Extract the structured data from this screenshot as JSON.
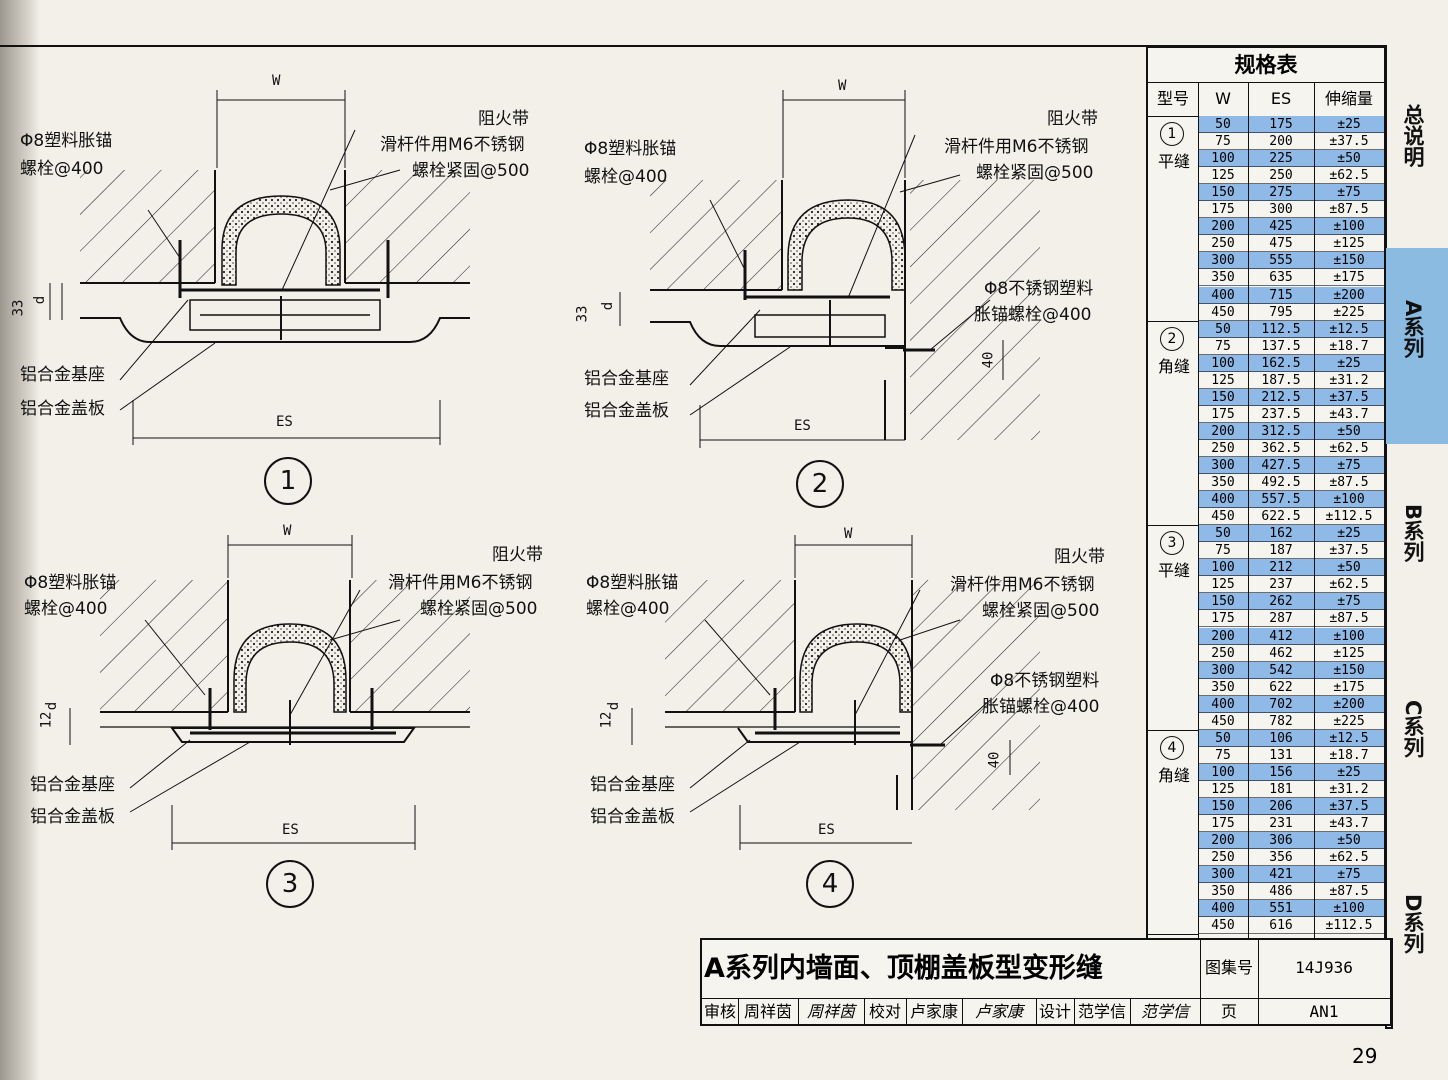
{
  "diagram": {
    "width_label": "W",
    "es_label": "ES",
    "d_label": "d",
    "dims": {
      "d33": "33",
      "d12": "12",
      "d40": "40"
    },
    "labels": {
      "fire_band": "阻火带",
      "slide_line1": "滑杆件用M6不锈钢",
      "slide_line2": "螺栓紧固@500",
      "plastic_anchor_line1": "Φ8塑料胀锚",
      "plastic_anchor_line2": "螺栓@400",
      "ss_anchor_line1": "Φ8不锈钢塑料",
      "ss_anchor_line2": "胀锚螺栓@400",
      "base": "铝合金基座",
      "cover": "铝合金盖板"
    },
    "detail_numbers": [
      "1",
      "2",
      "3",
      "4"
    ]
  },
  "spec_table": {
    "title": "规格表",
    "headers": [
      "型号",
      "W",
      "ES",
      "伸缩量"
    ],
    "groups": [
      {
        "num": "1",
        "name": "平缝",
        "rows": [
          [
            "50",
            "175",
            "±25"
          ],
          [
            "75",
            "200",
            "±37.5"
          ],
          [
            "100",
            "225",
            "±50"
          ],
          [
            "125",
            "250",
            "±62.5"
          ],
          [
            "150",
            "275",
            "±75"
          ],
          [
            "175",
            "300",
            "±87.5"
          ],
          [
            "200",
            "425",
            "±100"
          ],
          [
            "250",
            "475",
            "±125"
          ],
          [
            "300",
            "555",
            "±150"
          ],
          [
            "350",
            "635",
            "±175"
          ],
          [
            "400",
            "715",
            "±200"
          ],
          [
            "450",
            "795",
            "±225"
          ]
        ]
      },
      {
        "num": "2",
        "name": "角缝",
        "rows": [
          [
            "50",
            "112.5",
            "±12.5"
          ],
          [
            "75",
            "137.5",
            "±18.7"
          ],
          [
            "100",
            "162.5",
            "±25"
          ],
          [
            "125",
            "187.5",
            "±31.2"
          ],
          [
            "150",
            "212.5",
            "±37.5"
          ],
          [
            "175",
            "237.5",
            "±43.7"
          ],
          [
            "200",
            "312.5",
            "±50"
          ],
          [
            "250",
            "362.5",
            "±62.5"
          ],
          [
            "300",
            "427.5",
            "±75"
          ],
          [
            "350",
            "492.5",
            "±87.5"
          ],
          [
            "400",
            "557.5",
            "±100"
          ],
          [
            "450",
            "622.5",
            "±112.5"
          ]
        ]
      },
      {
        "num": "3",
        "name": "平缝",
        "rows": [
          [
            "50",
            "162",
            "±25"
          ],
          [
            "75",
            "187",
            "±37.5"
          ],
          [
            "100",
            "212",
            "±50"
          ],
          [
            "125",
            "237",
            "±62.5"
          ],
          [
            "150",
            "262",
            "±75"
          ],
          [
            "175",
            "287",
            "±87.5"
          ],
          [
            "200",
            "412",
            "±100"
          ],
          [
            "250",
            "462",
            "±125"
          ],
          [
            "300",
            "542",
            "±150"
          ],
          [
            "350",
            "622",
            "±175"
          ],
          [
            "400",
            "702",
            "±200"
          ],
          [
            "450",
            "782",
            "±225"
          ]
        ]
      },
      {
        "num": "4",
        "name": "角缝",
        "rows": [
          [
            "50",
            "106",
            "±12.5"
          ],
          [
            "75",
            "131",
            "±18.7"
          ],
          [
            "100",
            "156",
            "±25"
          ],
          [
            "125",
            "181",
            "±31.2"
          ],
          [
            "150",
            "206",
            "±37.5"
          ],
          [
            "175",
            "231",
            "±43.7"
          ],
          [
            "200",
            "306",
            "±50"
          ],
          [
            "250",
            "356",
            "±62.5"
          ],
          [
            "300",
            "421",
            "±75"
          ],
          [
            "350",
            "486",
            "±87.5"
          ],
          [
            "400",
            "551",
            "±100"
          ],
          [
            "450",
            "616",
            "±112.5"
          ]
        ]
      }
    ],
    "highlight_color": "#8fb9e6"
  },
  "side_tabs": [
    "总说明",
    "A系列",
    "B系列",
    "C系列",
    "D系列"
  ],
  "title_block": {
    "title": "A系列内墙面、顶棚盖板型变形缝",
    "atlas_label": "图集号",
    "atlas_value": "14J936",
    "review_label": "审核",
    "review_name": "周祥茵",
    "review_sig": "周祥茵",
    "check_label": "校对",
    "check_name": "卢家康",
    "check_sig": "卢家康",
    "design_label": "设计",
    "design_name": "范学信",
    "design_sig": "范学信",
    "page_label": "页",
    "page_value": "AN1"
  },
  "page_number": "29",
  "colors": {
    "line": "#111111",
    "paper": "#f3f0ea",
    "tab_accent": "#8cbbe1"
  }
}
